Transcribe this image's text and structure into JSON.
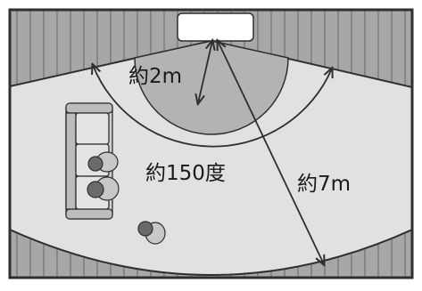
{
  "labels": {
    "near_distance": "約2m",
    "angle": "約150度",
    "far_distance": "約7m"
  },
  "colors": {
    "room_bg": "#a7a7a7",
    "floor_lines": "#666666",
    "coverage_zone": "#e1e1e1",
    "near_zone": "#b3b3b3",
    "border": "#2f2f2f",
    "device": "#ffffff",
    "text": "#1a1a1a"
  },
  "icons": [
    "air-conditioner-icon",
    "sofa-icon",
    "person-icon"
  ]
}
